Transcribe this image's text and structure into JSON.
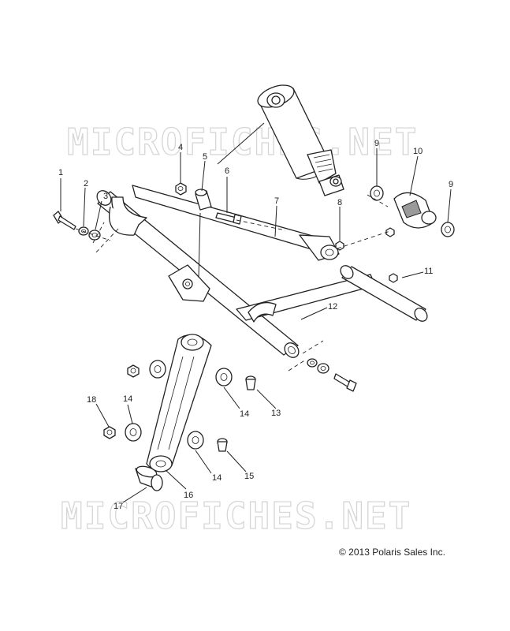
{
  "watermark": {
    "top_text": "MICROFICHES.NET",
    "bottom_text": "MICROFICHES.NET"
  },
  "copyright": "© 2013 Polaris Sales Inc.",
  "callouts": {
    "c1": "1",
    "c2": "2",
    "c3": "3",
    "c4": "4",
    "c5": "5",
    "c6": "6",
    "c7": "7",
    "c8": "8",
    "c9a": "9",
    "c9b": "9",
    "c10": "10",
    "c11": "11",
    "c12": "12",
    "c13": "13",
    "c14a": "14",
    "c14b": "14",
    "c14c": "14",
    "c15": "15",
    "c16": "16",
    "c17": "17",
    "c18": "18"
  }
}
